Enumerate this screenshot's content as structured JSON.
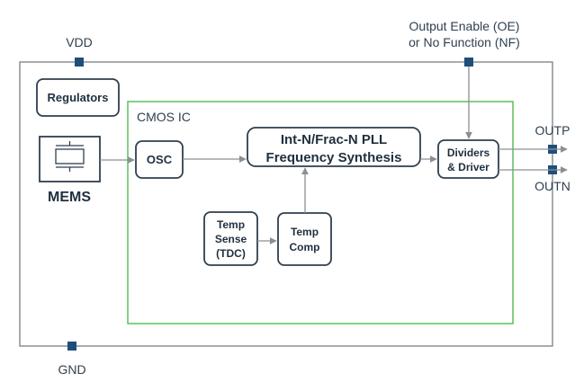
{
  "pins": {
    "vdd": "VDD",
    "gnd": "GND",
    "oe_line1": "Output Enable (OE)",
    "oe_line2": "or No Function (NF)",
    "outp": "OUTP",
    "outn": "OUTN"
  },
  "blocks": {
    "regulators": "Regulators",
    "cmos_ic": "CMOS IC",
    "mems": "MEMS",
    "osc": "OSC",
    "pll_line1": "Int-N/Frac-N PLL",
    "pll_line2": "Frequency Synthesis",
    "dividers_line1": "Dividers",
    "dividers_line2": "& Driver",
    "temp_sense_line1": "Temp",
    "temp_sense_line2": "Sense",
    "temp_sense_line3": "(TDC)",
    "temp_comp_line1": "Temp",
    "temp_comp_line2": "Comp"
  },
  "colors": {
    "outline": "#2f3f4f",
    "cmos_border": "#5cc05c",
    "pin": "#1f4e79",
    "wire": "#8a8f96"
  }
}
